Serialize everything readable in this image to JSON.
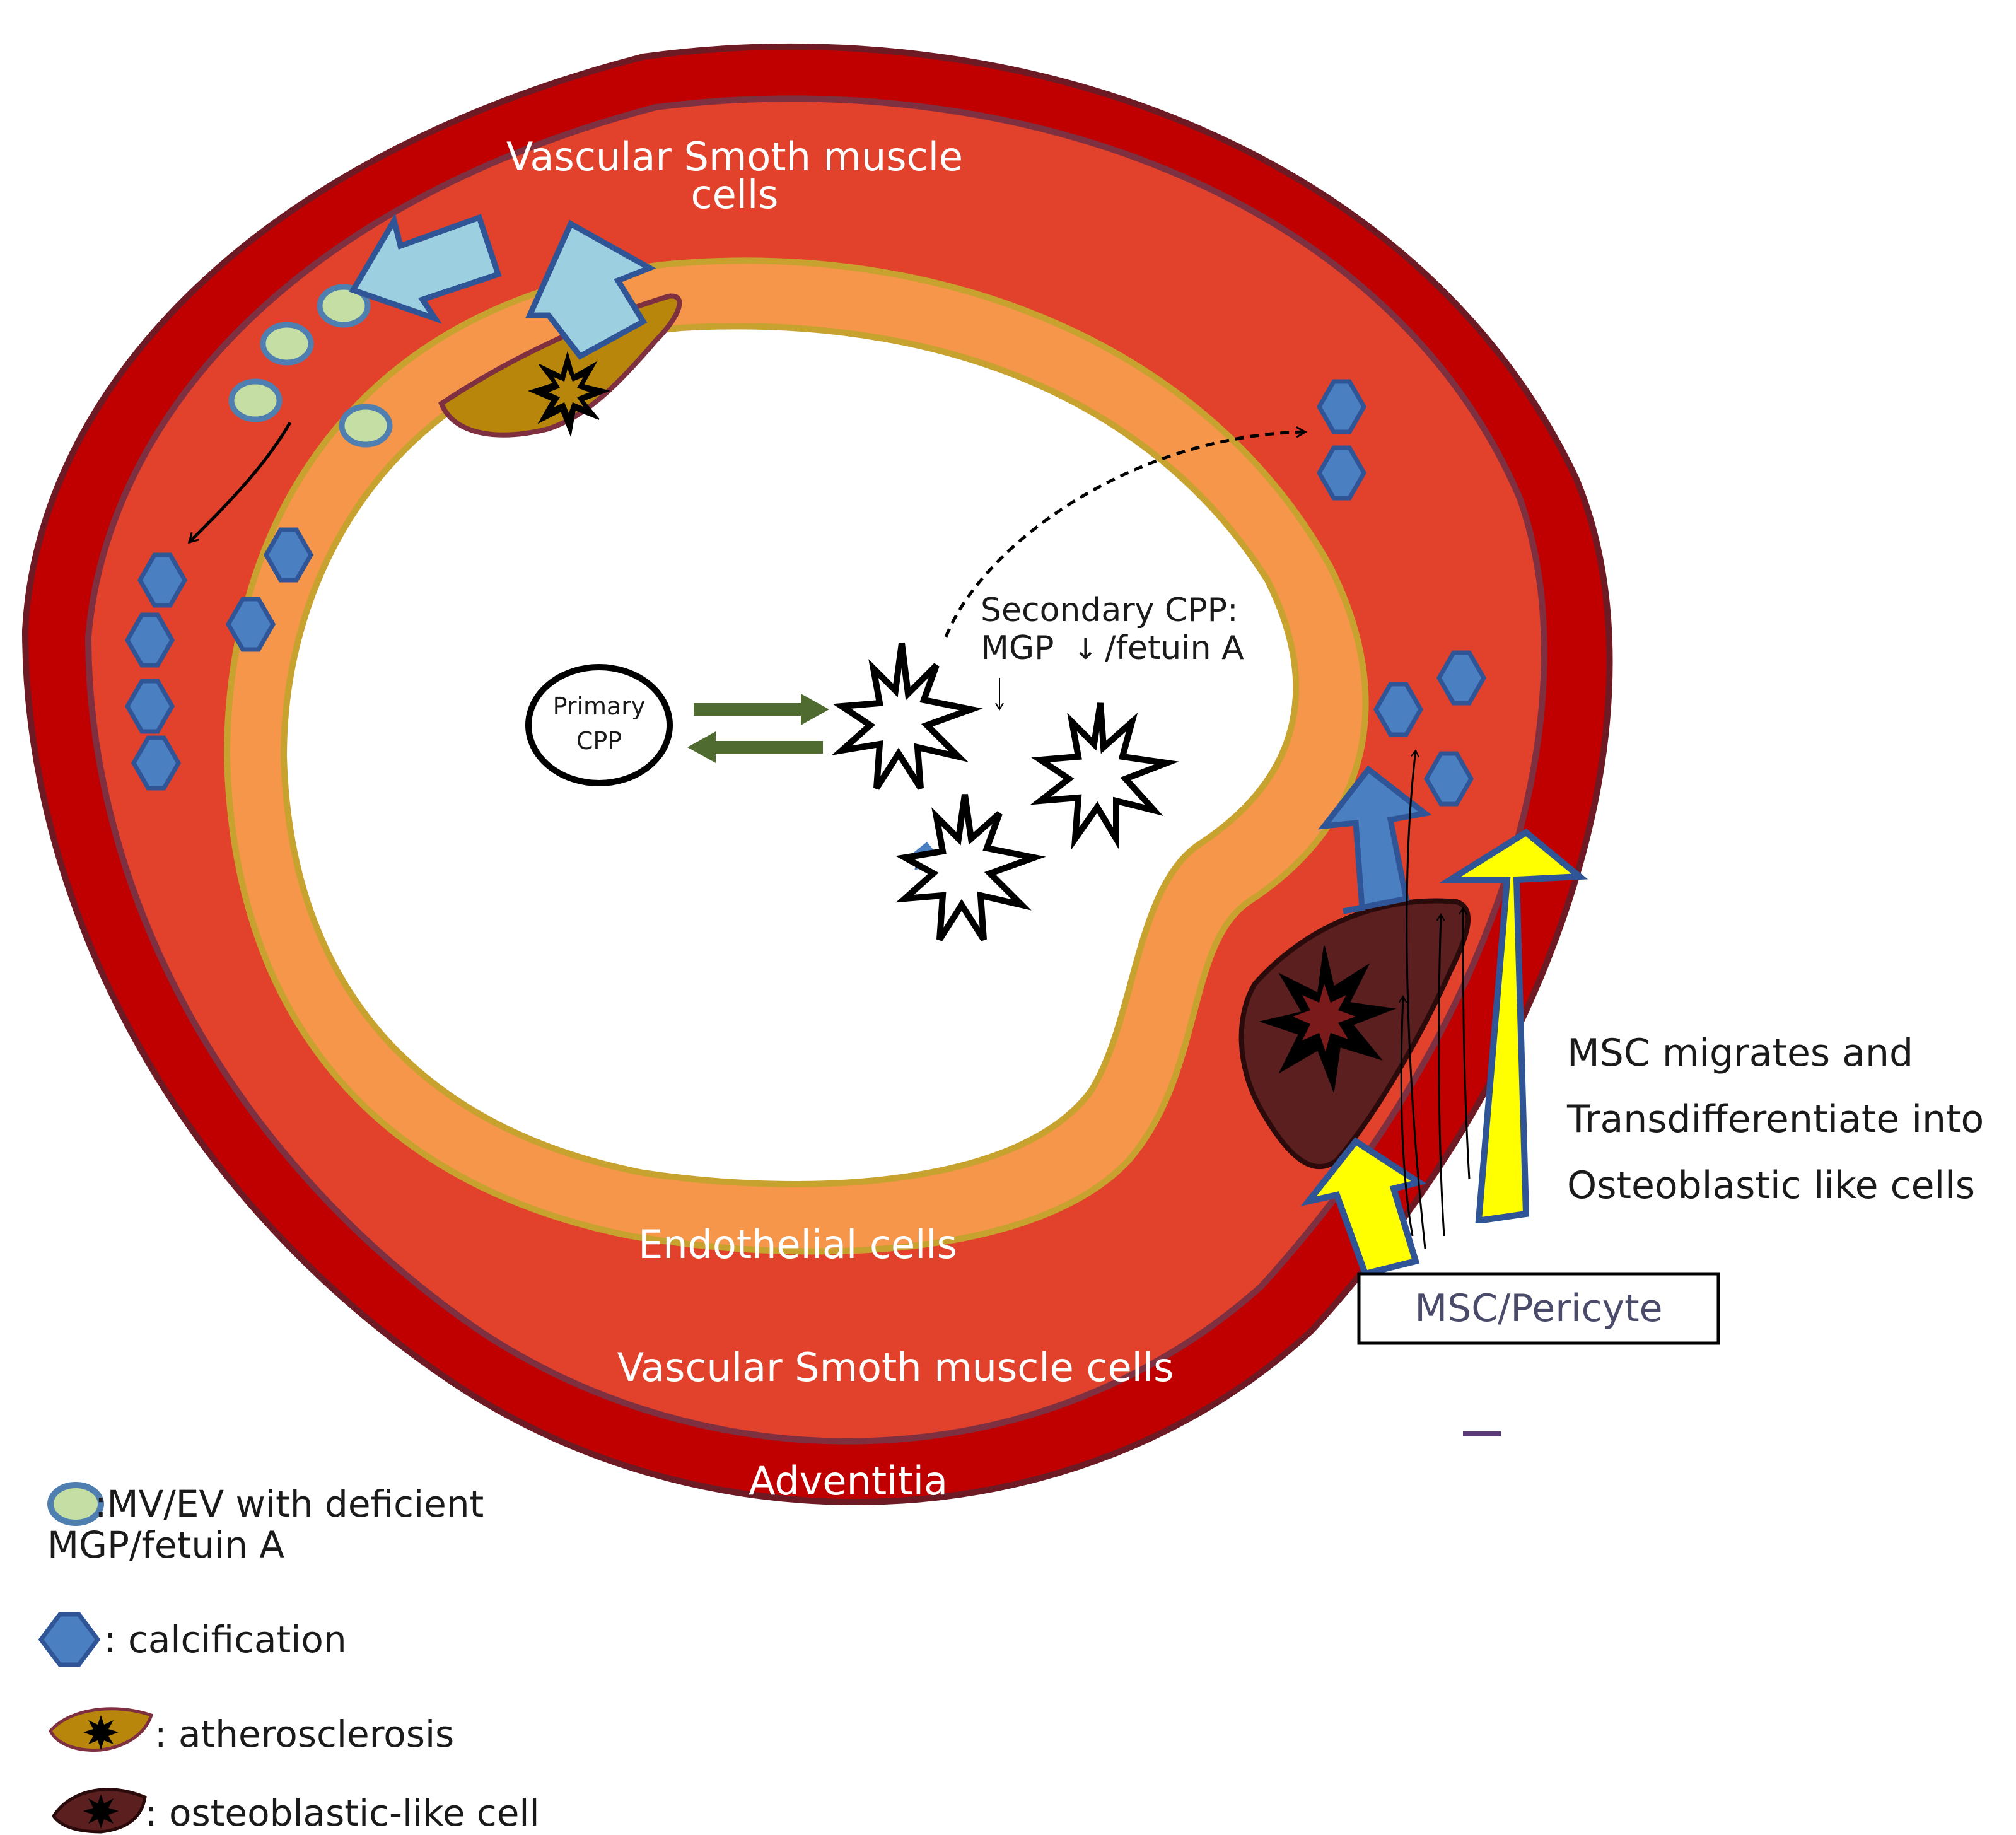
{
  "labels": {
    "vsmc_top_line1": "Vascular Smoth muscle",
    "vsmc_top_line2": "cells",
    "secondary_cpp_line1": "Secondary CPP:",
    "secondary_cpp_mgp": "MGP",
    "secondary_cpp_fetuin": "/fetuin A",
    "down_arrow": "↓",
    "primary_cpp_line1": "Primary",
    "primary_cpp_line2": "CPP",
    "endothelial": "Endothelial cells",
    "vsmc_bottom": "Vascular Smoth muscle cells",
    "adventitia": "Adventitia",
    "msc_line1": "MSC migrates and",
    "msc_line2": "Transdifferentiate into",
    "msc_line3": "Osteoblastic like cells",
    "msc_pericyte": "MSC/Pericyte"
  },
  "legend": [
    {
      "key": "mv",
      "text": ":MV/EV with deficient",
      "text2": "MGP/fetuin A"
    },
    {
      "key": "calcification",
      "text": ": calcification"
    },
    {
      "key": "atherosclerosis",
      "text": ": atherosclerosis"
    },
    {
      "key": "osteoblastic",
      "text": ": osteoblastic-like cell"
    }
  ],
  "colors": {
    "adventitia": "#c00000",
    "smooth_muscle": "#e2412b",
    "endothelium": "#f5964a",
    "layer_outline": "#7f3040",
    "endothelium_outline": "#c7a22f",
    "vesicle_fill": "#c5dea3",
    "vesicle_stroke": "#4f7fb0",
    "hexagon_fill": "#4a7fc1",
    "hexagon_stroke": "#2f5597",
    "plaque_fill": "#b8860b",
    "osteoblast_fill": "#5b1f1f",
    "light_blue_arrow": "#9ccfe0",
    "yellow_arrow": "#ffff00",
    "green_arrow": "#4f6b2f",
    "blue_arrow": "#4a7fc1"
  }
}
